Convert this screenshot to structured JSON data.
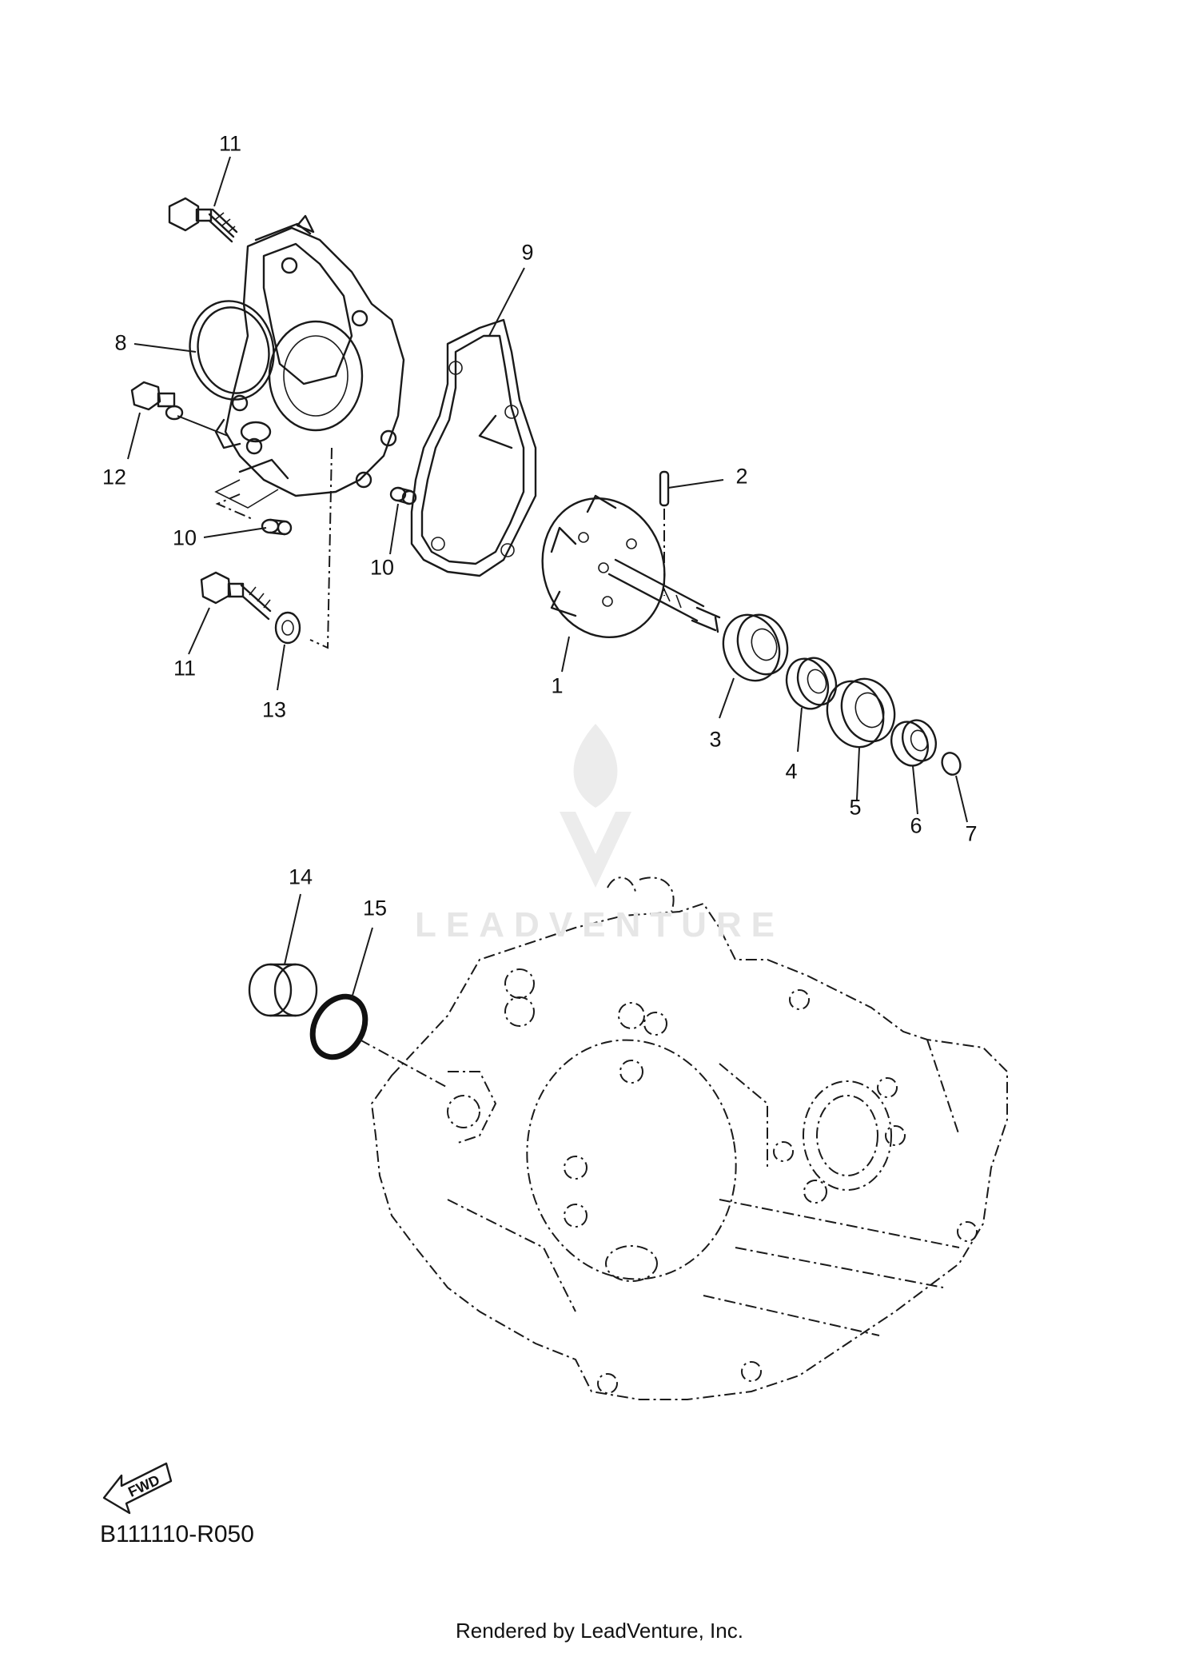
{
  "callouts": {
    "c1": "1",
    "c2": "2",
    "c3": "3",
    "c4": "4",
    "c5": "5",
    "c6": "6",
    "c7": "7",
    "c8": "8",
    "c9": "9",
    "c10a": "10",
    "c10b": "10",
    "c11a": "11",
    "c11b": "11",
    "c12": "12",
    "c13": "13",
    "c14": "14",
    "c15": "15"
  },
  "fwd_label": "FWD",
  "diagram_code": "B111110-R050",
  "watermark_text": "LEADVENTURE",
  "footer_text": "Rendered by LeadVenture, Inc.",
  "colors": {
    "line": "#1a1a1a",
    "watermark": "#e6e6e6",
    "background": "#ffffff"
  }
}
